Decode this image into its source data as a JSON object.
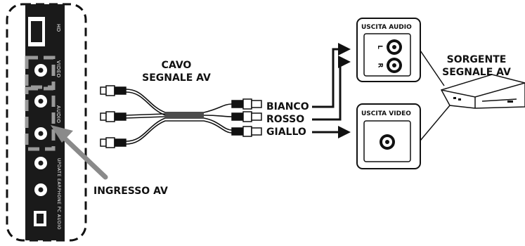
{
  "labels": {
    "cable_line1": "CAVO",
    "cable_line2": "SEGNALE AV",
    "white": "BIANCO",
    "red": "ROSSO",
    "yellow": "GIALLO",
    "av_input": "INGRESSO AV",
    "source_line1": "SORGENTE",
    "source_line2": "SEGNALE AV",
    "audio_out": "USCITA AUDIO",
    "video_out": "USCITA VIDEO",
    "left_channel": "L",
    "right_channel": "R"
  },
  "tv_panel": {
    "hdmi_label": "HD",
    "video_label": "VIDEO",
    "audio_label": "AUDIO",
    "update_label": "UPDATE EARPHONE PC AUDIO"
  },
  "colors": {
    "panel": "#1a1a1a",
    "highlight_box": "#9a9a9a",
    "pointer_arrow": "#8a8a8a",
    "line": "#111111"
  }
}
